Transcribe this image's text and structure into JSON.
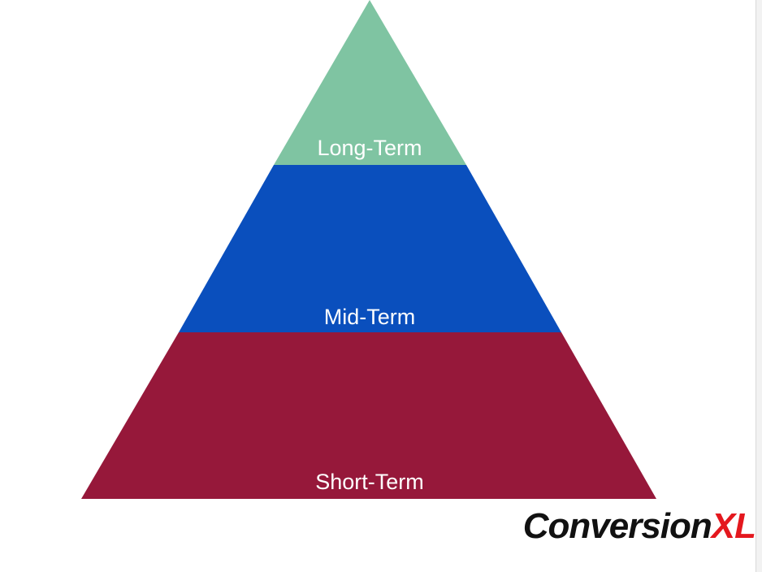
{
  "pyramid": {
    "tiers": [
      {
        "label": "Long-Term",
        "color": "#7fc4a2"
      },
      {
        "label": "Mid-Term",
        "color": "#0a4fbd"
      },
      {
        "label": "Short-Term",
        "color": "#96183a"
      }
    ]
  },
  "logo": {
    "main": "Conversion",
    "accent": "XL",
    "main_color": "#111111",
    "accent_color": "#e4181e"
  }
}
